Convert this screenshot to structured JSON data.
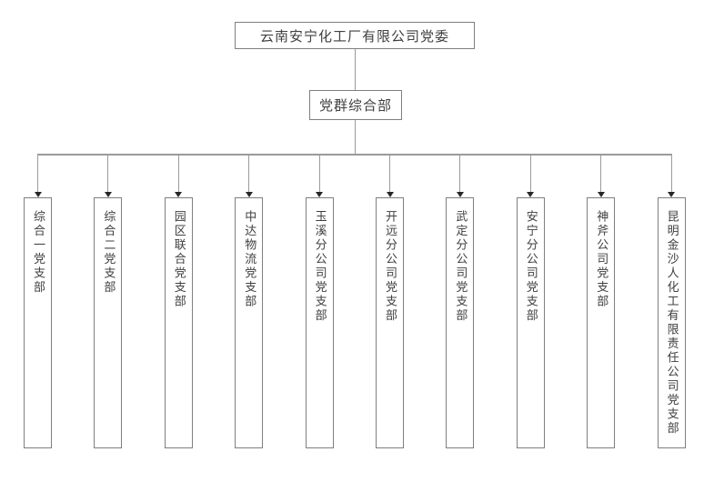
{
  "org_chart": {
    "root": {
      "label": "云南安宁化工厂有限公司党委"
    },
    "department": {
      "label": "党群综合部"
    },
    "branches": [
      {
        "label": "综合一党支部"
      },
      {
        "label": "综合二党支部"
      },
      {
        "label": "园区联合党支部"
      },
      {
        "label": "中达物流党支部"
      },
      {
        "label": "玉溪分公司党支部"
      },
      {
        "label": "开远分公司党支部"
      },
      {
        "label": "武定分公司党支部"
      },
      {
        "label": "安宁分公司党支部"
      },
      {
        "label": "神斧公司党支部"
      },
      {
        "label": "昆明金沙人化工有限责任公司党支部"
      }
    ],
    "colors": {
      "box_border": "#7f7f7f",
      "connector_line": "#9a9a9a",
      "arrowhead": "#262626",
      "text": "#404040",
      "background": "#ffffff"
    }
  }
}
